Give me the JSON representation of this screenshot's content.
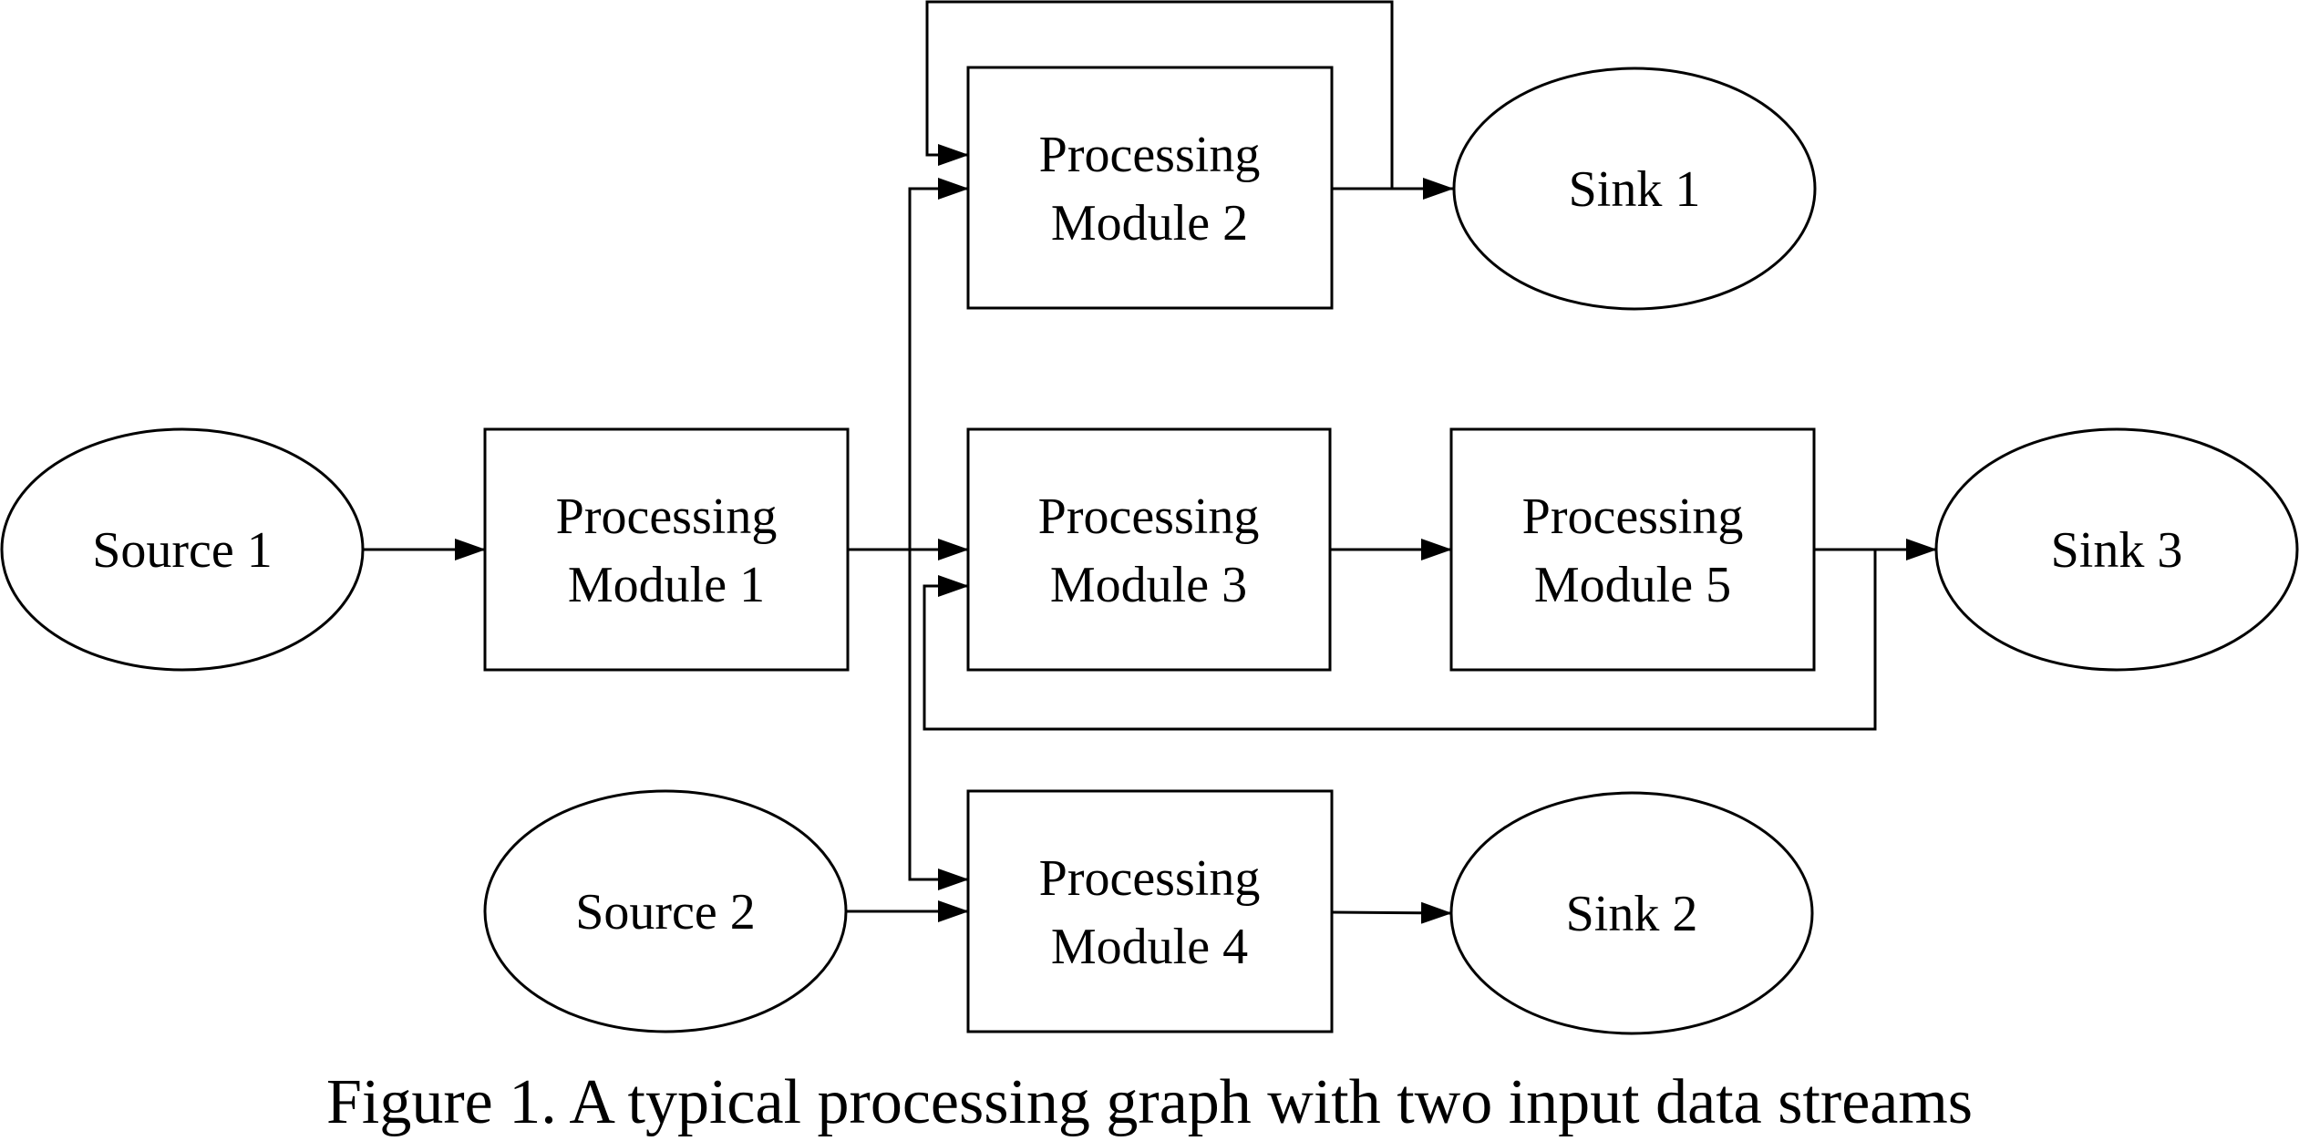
{
  "nodes": {
    "source1": {
      "lines": [
        "Source 1"
      ]
    },
    "source2": {
      "lines": [
        "Source 2"
      ]
    },
    "pm1": {
      "lines": [
        "Processing",
        "Module 1"
      ]
    },
    "pm2": {
      "lines": [
        "Processing",
        "Module 2"
      ]
    },
    "pm3": {
      "lines": [
        "Processing",
        "Module 3"
      ]
    },
    "pm4": {
      "lines": [
        "Processing",
        "Module 4"
      ]
    },
    "pm5": {
      "lines": [
        "Processing",
        "Module 5"
      ]
    },
    "sink1": {
      "lines": [
        "Sink 1"
      ]
    },
    "sink2": {
      "lines": [
        "Sink 2"
      ]
    },
    "sink3": {
      "lines": [
        "Sink 3"
      ]
    }
  },
  "edges": [
    {
      "from": "source1",
      "to": "pm1"
    },
    {
      "from": "pm1",
      "to": "pm2"
    },
    {
      "from": "pm1",
      "to": "pm3"
    },
    {
      "from": "pm1",
      "to": "pm4"
    },
    {
      "from": "source2",
      "to": "pm4"
    },
    {
      "from": "pm2",
      "to": "sink1"
    },
    {
      "from": "pm2",
      "to": "pm2"
    },
    {
      "from": "pm3",
      "to": "pm5"
    },
    {
      "from": "pm5",
      "to": "sink3"
    },
    {
      "from": "pm5",
      "to": "pm3"
    },
    {
      "from": "pm4",
      "to": "sink2"
    }
  ],
  "caption": "Figure 1. A typical processing graph with two input data streams"
}
